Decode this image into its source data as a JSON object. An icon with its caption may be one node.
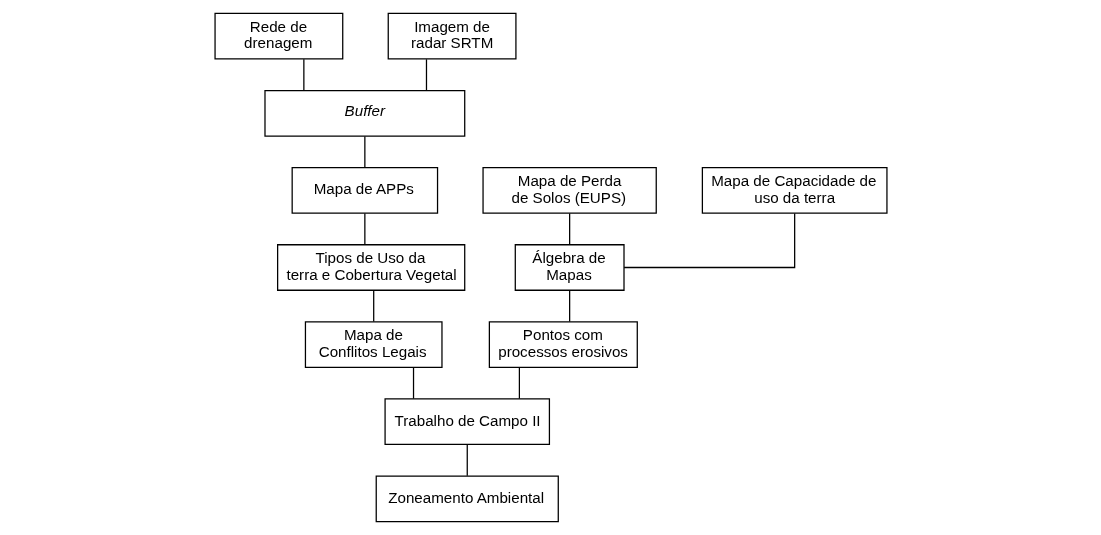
{
  "diagram": {
    "nodes": [
      {
        "text": [
          "Rede de drenagem"
        ]
      },
      {
        "text": [
          "Imagem de radar SRTM"
        ]
      },
      {
        "text": [
          "Mapa de Perda de Solos (EUPS)"
        ]
      },
      {
        "text": [
          "Mapa de Capacidade de uso da terra"
        ]
      },
      {
        "text": [
          "Buffer"
        ]
      },
      {
        "text": [
          "Mapa de APPs"
        ]
      },
      {
        "text": [
          "Álgebra de Mapas"
        ]
      },
      {
        "text": [
          "Tipos de Uso da terra e Cobertura Vegetal"
        ]
      },
      {
        "text": [
          "Pontos com processos erosivos"
        ]
      },
      {
        "text": [
          "Mapa de Conflitos Legais"
        ]
      },
      {
        "text": [
          "Trabalho de Campo II"
        ]
      },
      {
        "text": [
          "Zoneamento Ambiental"
        ]
      }
    ],
    "edges": [
      {
        "from": 0,
        "to": 4,
        "arrow": "none"
      },
      {
        "from": 1,
        "to": 4,
        "arrow": "none"
      },
      {
        "from": 4,
        "to": 5,
        "arrow": "none"
      },
      {
        "from": 5,
        "to": 7,
        "arrow": "none"
      },
      {
        "from": 7,
        "to": 9,
        "arrow": "none"
      },
      {
        "from": 2,
        "to": 6,
        "arrow": "none"
      },
      {
        "from": 3,
        "to": 6,
        "arrow": "none"
      },
      {
        "from": 6,
        "to": 8,
        "arrow": "none"
      },
      {
        "from": 8,
        "to": 10,
        "arrow": "none"
      },
      {
        "from": 9,
        "to": 10,
        "arrow": "none"
      },
      {
        "from": 10,
        "to": 11,
        "arrow": "none"
      }
    ]
  }
}
